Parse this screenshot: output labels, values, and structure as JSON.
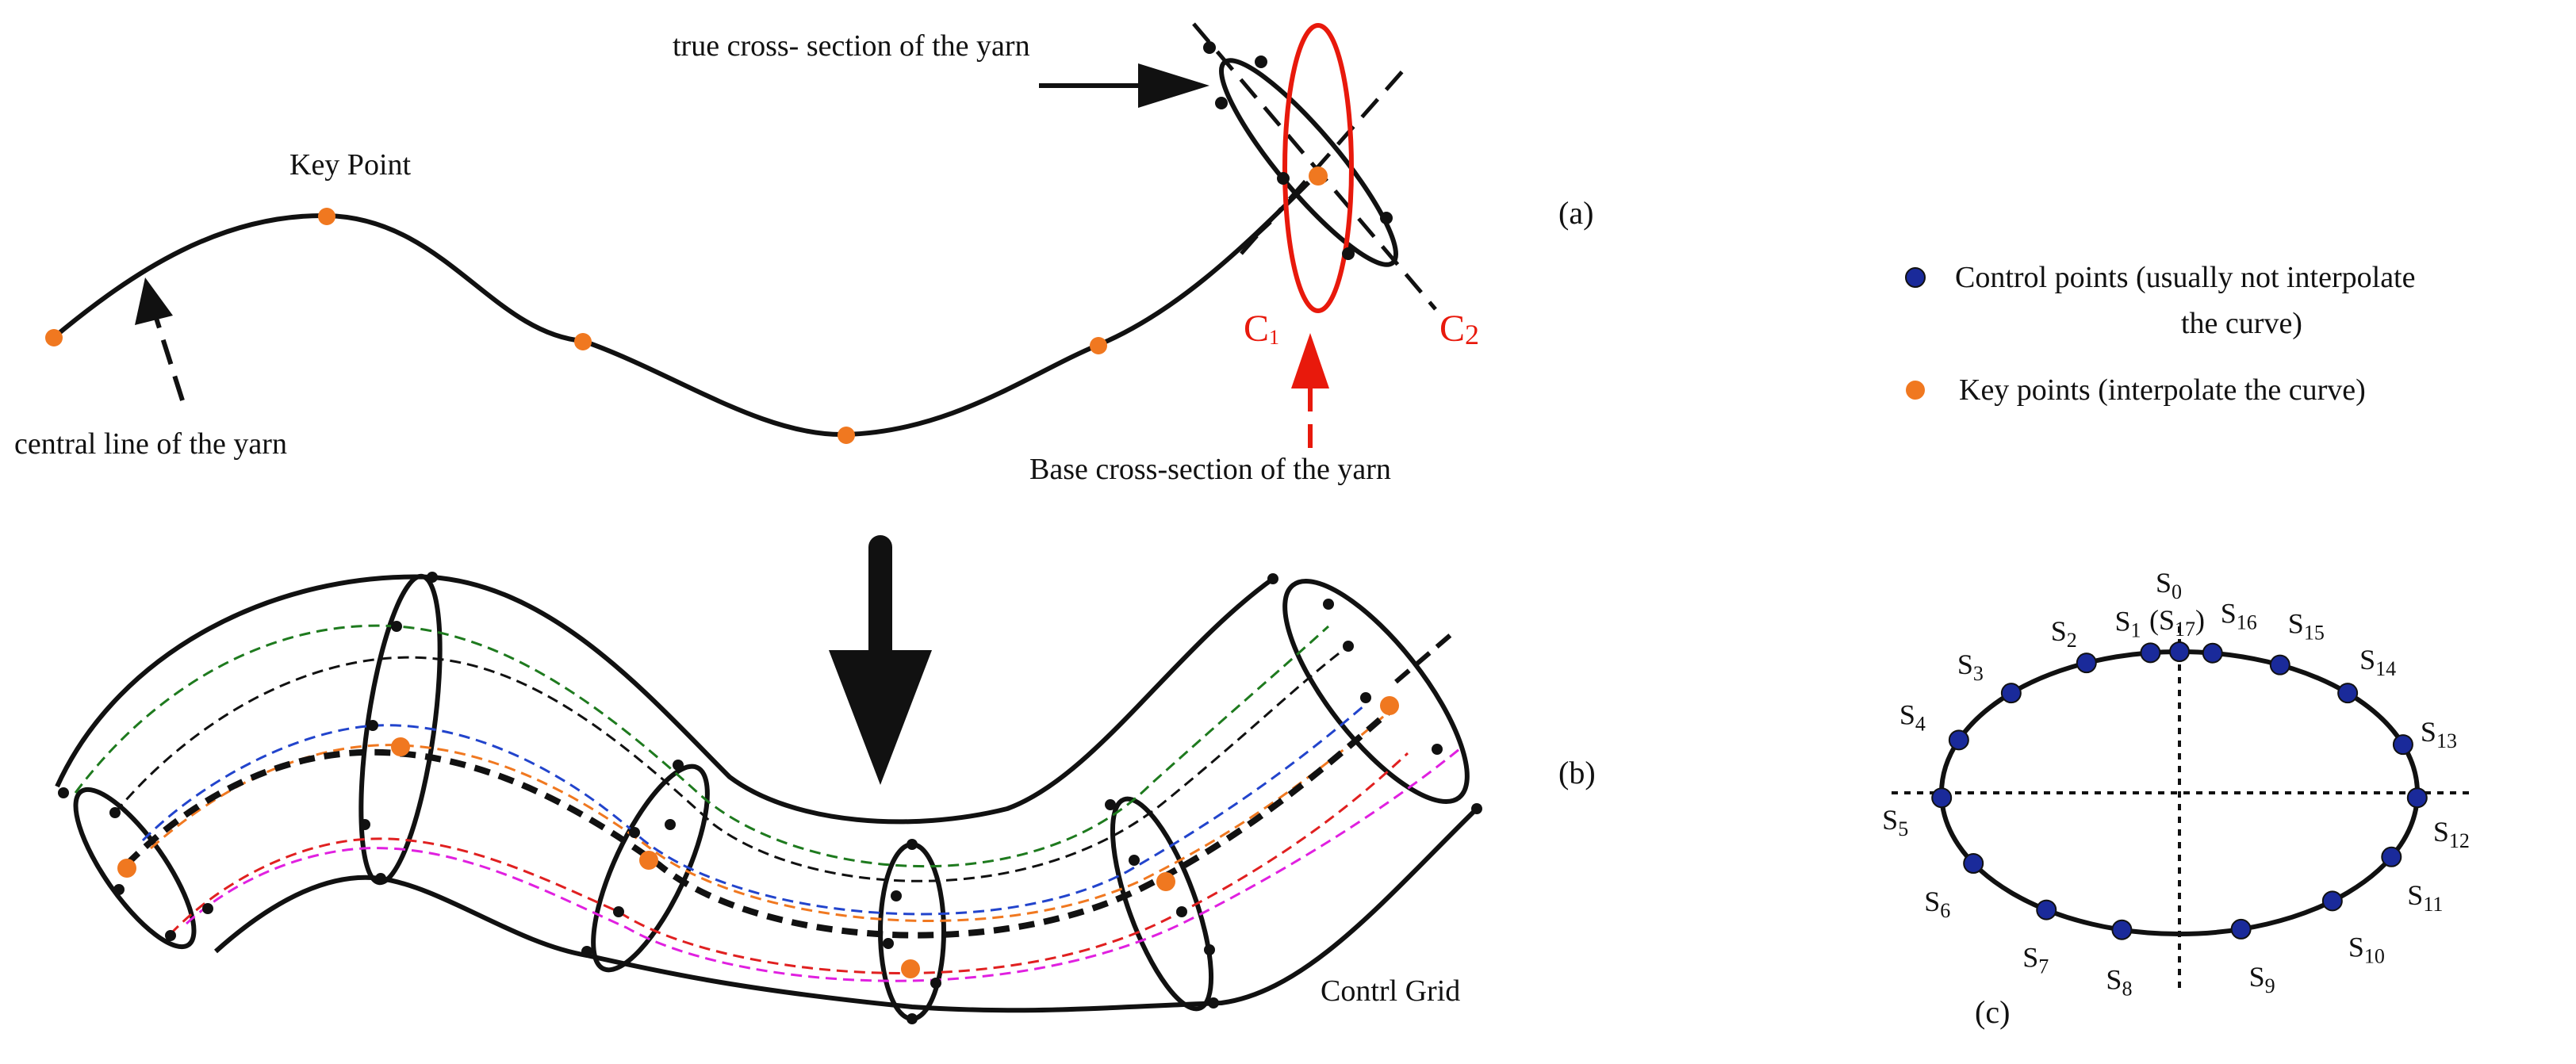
{
  "colors": {
    "curve": "#111111",
    "key_point": "#f07820",
    "control_point": "#1a2a9a",
    "base_section": "#e8190c",
    "green_line": "#1e7a1e",
    "blue_line": "#2244cc",
    "orange_line": "#f07820",
    "red_line": "#e02020",
    "magenta_line": "#e020e0"
  },
  "panel_a": {
    "label": "(a)",
    "key_point_label": "Key Point",
    "central_line_label": "central line of the yarn",
    "true_section_label": "true cross-  section of the yarn",
    "base_section_label": "Base cross-section of the yarn",
    "c1_label": "C",
    "c1_sub": "1",
    "c2_label": "C",
    "c2_sub": "2"
  },
  "panel_b": {
    "label": "(b)",
    "grid_label": "Contrl Grid"
  },
  "panel_c": {
    "label": "(c)",
    "s_prefix": "S",
    "points": [
      {
        "sub": "0"
      },
      {
        "sub": "1"
      },
      {
        "sub": "2"
      },
      {
        "sub": "3"
      },
      {
        "sub": "4"
      },
      {
        "sub": "5"
      },
      {
        "sub": "6"
      },
      {
        "sub": "7"
      },
      {
        "sub": "8"
      },
      {
        "sub": "9"
      },
      {
        "sub": "10"
      },
      {
        "sub": "11"
      },
      {
        "sub": "12"
      },
      {
        "sub": "13"
      },
      {
        "sub": "14"
      },
      {
        "sub": "15"
      },
      {
        "sub": "16"
      }
    ],
    "s0_alt": "(S",
    "s0_alt_sub": "17",
    "s0_alt_close": ")"
  },
  "legend": {
    "control_points_line1": "Control points (usually not interpolate",
    "control_points_line2": "the curve)",
    "key_points": "Key points (interpolate the curve)"
  }
}
